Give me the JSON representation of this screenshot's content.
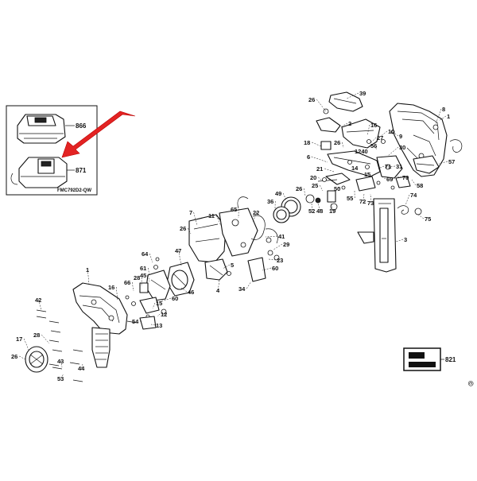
{
  "inset": {
    "battery_label": "866",
    "charger_label": "871",
    "model_code": "FMC792D2-QW"
  },
  "corner_box": {
    "label": "821"
  },
  "side_mark": "©",
  "arrow_color": "#e32323",
  "callouts": [
    {
      "id": "c39",
      "text": "39"
    },
    {
      "id": "c26a",
      "text": "26"
    },
    {
      "id": "c8",
      "text": "8"
    },
    {
      "id": "c1a",
      "text": "1"
    },
    {
      "id": "c2",
      "text": "2"
    },
    {
      "id": "c16a",
      "text": "16"
    },
    {
      "id": "c10",
      "text": "10"
    },
    {
      "id": "c27a",
      "text": "27"
    },
    {
      "id": "c9",
      "text": "9"
    },
    {
      "id": "c26b",
      "text": "26"
    },
    {
      "id": "c56",
      "text": "56"
    },
    {
      "id": "c18",
      "text": "18"
    },
    {
      "id": "c1240",
      "text": "1240"
    },
    {
      "id": "c30",
      "text": "30"
    },
    {
      "id": "c31",
      "text": "31"
    },
    {
      "id": "c6",
      "text": "6"
    },
    {
      "id": "c69",
      "text": "69"
    },
    {
      "id": "c70",
      "text": "70"
    },
    {
      "id": "c57",
      "text": "57"
    },
    {
      "id": "c58",
      "text": "58"
    },
    {
      "id": "c21",
      "text": "21"
    },
    {
      "id": "c14",
      "text": "14"
    },
    {
      "id": "c15",
      "text": "15"
    },
    {
      "id": "c71",
      "text": "71"
    },
    {
      "id": "c20",
      "text": "20"
    },
    {
      "id": "c50",
      "text": "50"
    },
    {
      "id": "c55",
      "text": "55"
    },
    {
      "id": "c72",
      "text": "72"
    },
    {
      "id": "c73",
      "text": "73"
    },
    {
      "id": "c74",
      "text": "74"
    },
    {
      "id": "c25",
      "text": "25"
    },
    {
      "id": "c26c",
      "text": "26"
    },
    {
      "id": "c52",
      "text": "52"
    },
    {
      "id": "c48",
      "text": "48"
    },
    {
      "id": "c19",
      "text": "19"
    },
    {
      "id": "c49",
      "text": "49"
    },
    {
      "id": "c36",
      "text": "36"
    },
    {
      "id": "c75",
      "text": "75"
    },
    {
      "id": "c7",
      "text": "7"
    },
    {
      "id": "c11",
      "text": "11"
    },
    {
      "id": "c65",
      "text": "65"
    },
    {
      "id": "c22",
      "text": "22"
    },
    {
      "id": "c26d",
      "text": "26"
    },
    {
      "id": "c41",
      "text": "41"
    },
    {
      "id": "c29",
      "text": "29"
    },
    {
      "id": "c3",
      "text": "3"
    },
    {
      "id": "c47",
      "text": "47"
    },
    {
      "id": "c64",
      "text": "64"
    },
    {
      "id": "c5",
      "text": "5"
    },
    {
      "id": "c23",
      "text": "23"
    },
    {
      "id": "c60a",
      "text": "60"
    },
    {
      "id": "c61",
      "text": "61"
    },
    {
      "id": "c45",
      "text": "45"
    },
    {
      "id": "c1b",
      "text": "1"
    },
    {
      "id": "c66",
      "text": "66"
    },
    {
      "id": "c16b",
      "text": "16"
    },
    {
      "id": "c28a",
      "text": "28"
    },
    {
      "id": "c46",
      "text": "46"
    },
    {
      "id": "c4",
      "text": "4"
    },
    {
      "id": "c34",
      "text": "34"
    },
    {
      "id": "c60b",
      "text": "60"
    },
    {
      "id": "c15b",
      "text": "15"
    },
    {
      "id": "c42",
      "text": "42"
    },
    {
      "id": "c12",
      "text": "12"
    },
    {
      "id": "c54",
      "text": "54"
    },
    {
      "id": "c13",
      "text": "13"
    },
    {
      "id": "c28b",
      "text": "28"
    },
    {
      "id": "c17",
      "text": "17"
    },
    {
      "id": "c26e",
      "text": "26"
    },
    {
      "id": "c43",
      "text": "43"
    },
    {
      "id": "c44",
      "text": "44"
    },
    {
      "id": "c53",
      "text": "53"
    }
  ]
}
